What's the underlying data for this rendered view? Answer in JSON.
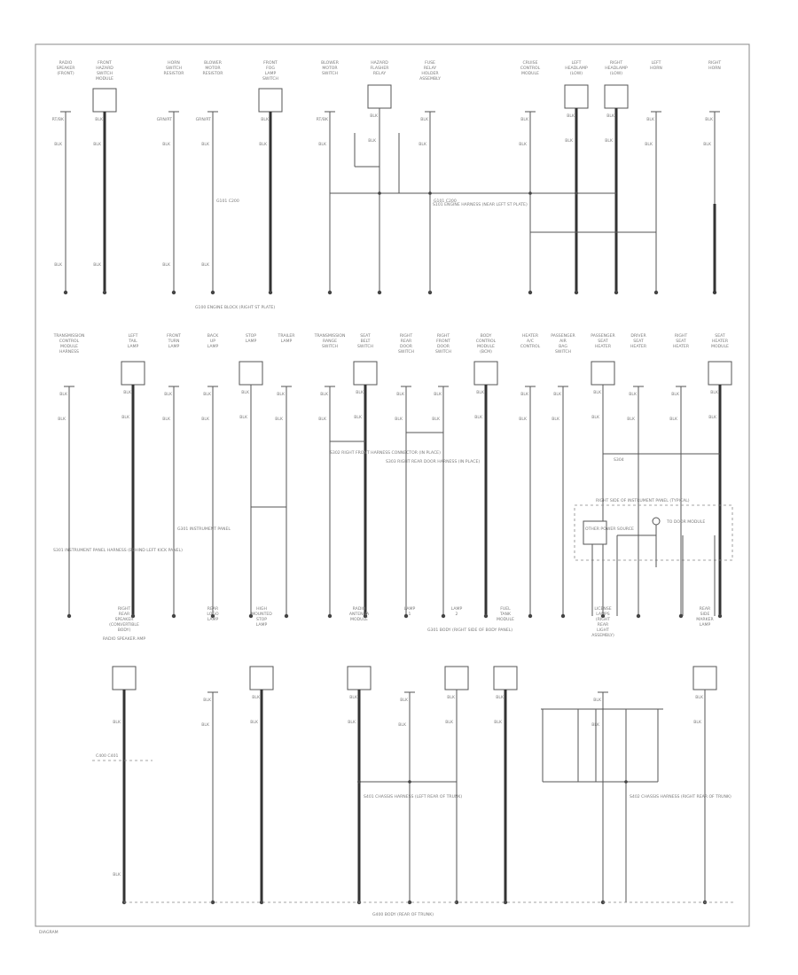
{
  "footer": {
    "id": "DIAGRAM"
  },
  "row1": {
    "tops": [
      {
        "id": "c1",
        "label": "RADIO  SPEAKER  (FRONT)",
        "pin": "RT/BK",
        "wire": "BLK",
        "wire2": "BLK"
      },
      {
        "id": "c2",
        "label": "FRONT  HAZARD  SWITCH  MODULE",
        "pin": "BLK",
        "wire": "BLK",
        "wire2": "BLK"
      },
      {
        "id": "c3",
        "label": "HORN  SWITCH  RESISTOR",
        "pin": "GRN/RT",
        "wire": "BLK",
        "wire2": "BLK"
      },
      {
        "id": "c4",
        "label": "BLOWER  MOTOR  RESISTOR",
        "pin": "GRN/RT",
        "wire": "BLK",
        "wire2": "BLK",
        "splice": "G101 C200"
      },
      {
        "id": "c5",
        "label": "FRONT  FOG  LAMP  SWITCH",
        "pin": "BLK",
        "wire": "BLK"
      },
      {
        "id": "c6",
        "label": "BLOWER  MOTOR  SWITCH",
        "pin": "RT/BK",
        "wire": "BLK"
      },
      {
        "id": "c7",
        "label": "HAZARD  FLASHER  RELAY",
        "pin": "BLK",
        "wire": "BLK"
      },
      {
        "id": "c8",
        "label": "FUSE  RELAY  HOLDER  ASSEMBLY",
        "pin": "BLK",
        "wire": "BLK",
        "splice": "G101 C200"
      },
      {
        "id": "c9",
        "label": "CRUISE  CONTROL  MODULE",
        "pin": "BLK",
        "wire": "BLK"
      },
      {
        "id": "c10",
        "label": "LEFT  HEADLAMP  (LOW)",
        "pin": "BLK",
        "wire": "BLK"
      },
      {
        "id": "c11",
        "label": "RIGHT  HEADLAMP  (LOW)",
        "pin": "BLK",
        "wire": "BLK"
      },
      {
        "id": "c12",
        "label": "LEFT  HORN",
        "pin": "BLK",
        "wire": "BLK"
      },
      {
        "id": "c13",
        "label": "RIGHT  HORN",
        "pin": "BLK",
        "wire": "BLK"
      }
    ],
    "bus_label": "S101  ENGINE  HARNESS  (NEAR  LEFT  ST  PLATE)",
    "ground_note": "G100  ENGINE  BLOCK  (RIGHT  ST  PLATE)"
  },
  "row2": {
    "tops": [
      {
        "id": "d1",
        "label": "TRANSMISSION  CONTROL  MODULE  HARNESS",
        "pin": "BLK",
        "wire": "BLK"
      },
      {
        "id": "d2",
        "label": "LEFT  TAIL  LAMP",
        "pin": "BLK",
        "wire": "BLK"
      },
      {
        "id": "d3",
        "label": "FRONT  TURN  LAMP",
        "pin": "BLK",
        "wire": "BLK"
      },
      {
        "id": "d4",
        "label": "BACK  UP  LAMP",
        "pin": "BLK",
        "wire": "BLK"
      },
      {
        "id": "d5",
        "label": "STOP  LAMP",
        "pin": "BLK",
        "wire": "BLK"
      },
      {
        "id": "d6",
        "label": "TRAILER  LAMP",
        "pin": "BLK",
        "wire": "BLK"
      },
      {
        "id": "d7",
        "label": "TRANSMISSION  RANGE  SWITCH",
        "pin": "BLK",
        "wire": "BLK"
      },
      {
        "id": "d8",
        "label": "SEAT  BELT  SWITCH",
        "pin": "BLK",
        "wire": "BLK"
      },
      {
        "id": "d9",
        "label": "RIGHT  REAR  DOOR  SWITCH",
        "pin": "BLK",
        "wire": "BLK"
      },
      {
        "id": "d10",
        "label": "RIGHT  FRONT  DOOR  SWITCH",
        "pin": "BLK",
        "wire": "BLK"
      },
      {
        "id": "d11",
        "label": "BODY  CONTROL  MODULE  (BCM)",
        "pin": "BLK",
        "wire": "BLK"
      },
      {
        "id": "d12",
        "label": "HEATER  A/C  CONTROL",
        "pin": "BLK",
        "wire": "BLK"
      },
      {
        "id": "d13",
        "label": "PASSENGER  AIR  BAG  SWITCH",
        "pin": "BLK",
        "wire": "BLK"
      },
      {
        "id": "d14",
        "label": "PASSENGER  SEAT  HEATER",
        "pin": "BLK",
        "wire": "BLK"
      },
      {
        "id": "d15",
        "label": "DRIVER  SEAT  HEATER",
        "pin": "BLK",
        "wire": "BLK"
      },
      {
        "id": "d16",
        "label": "RIGHT  SEAT  HEATER",
        "pin": "BLK",
        "wire": "BLK"
      },
      {
        "id": "d17",
        "label": "SEAT  HEATER  MODULE",
        "pin": "BLK",
        "wire": "BLK"
      }
    ],
    "splice_labels": [
      "S301  INSTRUMENT  PANEL  HARNESS  (BEHIND  LEFT  KICK  PANEL)",
      "S302  RIGHT  FRONT  HARNESS  CONNECTOR  (IN  PLACE)",
      "S303  RIGHT  REAR  DOOR  HARNESS  (IN  PLACE)",
      "G301  INSTRUMENT  PANEL",
      "S304"
    ],
    "box_title": "RIGHT  SIDE  OF  INSTRUMENT  PANEL  (TYPICAL)",
    "box_items": [
      "OTHER  POWER  SOURCE",
      "TO  DOOR  MODULE"
    ],
    "ground_note": "G301  BODY  (RIGHT  SIDE  OF  BODY  PANEL)"
  },
  "row3": {
    "tops": [
      {
        "id": "e1",
        "label": "RIGHT  REAR  SPEAKER  (CONVERTIBLE  BODY)",
        "sub": "RADIO  SPEAKER  AMP",
        "wire": "BLK",
        "wire2": "BLK"
      },
      {
        "id": "e2",
        "label": "REAR  LOGO  LAMP",
        "pin": "BLK",
        "wire": "BLK"
      },
      {
        "id": "e3",
        "label": "HIGH  MOUNTED  STOP  LAMP",
        "pin": "BLK",
        "wire": "BLK"
      },
      {
        "id": "e4",
        "label": "RADIO  ANTENNA  MODULE",
        "pin": "BLK",
        "wire": "BLK"
      },
      {
        "id": "e5",
        "label": "LAMP  1",
        "pin": "BLK",
        "wire": "BLK"
      },
      {
        "id": "e6",
        "label": "LAMP  2",
        "pin": "BLK",
        "wire": "BLK"
      },
      {
        "id": "e7",
        "label": "FUEL  TANK  MODULE",
        "pin": "BLK",
        "wire": "BLK"
      },
      {
        "id": "e8",
        "label": "LICENSE  LAMPS  (RIGHT  REAR  LIGHT  ASSEMBLY)",
        "pin": "BLK",
        "wire": "BLK"
      },
      {
        "id": "e9",
        "label": "REAR  SIDE  MARKER  LAMP",
        "pin": "BLK",
        "wire": "BLK"
      }
    ],
    "splice_labels": [
      "S401  CHASSIS  HARNESS  (LEFT  REAR  OF  TRUNK)",
      "S402  CHASSIS  HARNESS  (RIGHT  REAR  OF  TRUNK)"
    ],
    "ground_note": "G400  BODY  (REAR  OF  TRUNK)",
    "connector_note": "C400  C401"
  }
}
